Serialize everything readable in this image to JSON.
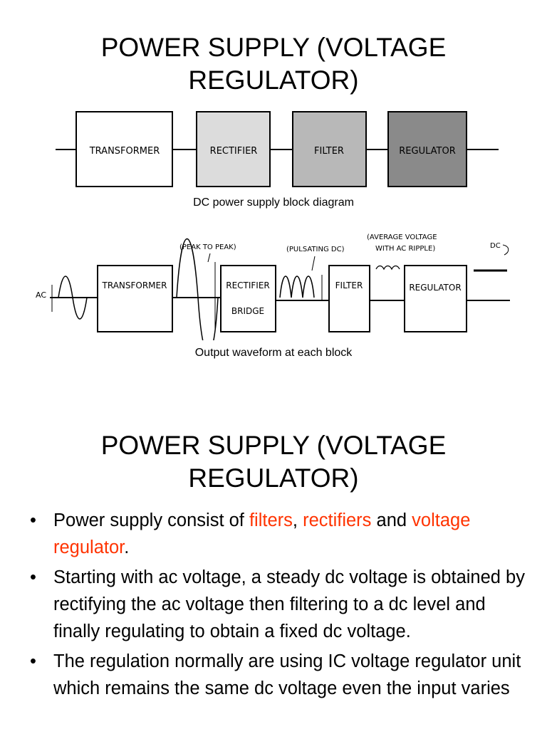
{
  "slide1": {
    "title_line1": "POWER SUPPLY (VOLTAGE",
    "title_line2": "REGULATOR)",
    "block_diagram": {
      "blocks": [
        "TRANSFORMER",
        "RECTIFIER",
        "FILTER",
        "REGULATOR"
      ],
      "block_colors": [
        "#ffffff",
        "#dcdcdc",
        "#b8b8b8",
        "#8a8a8a"
      ],
      "caption": "DC power supply block diagram"
    },
    "waveform_diagram": {
      "ac_label": "AC",
      "transformer": "TRANSFORMER",
      "rectifier_line1": "RECTIFIER",
      "rectifier_line2": "BRIDGE",
      "filter": "FILTER",
      "regulator": "REGULATOR",
      "peak_label": "(PEAK TO PEAK)",
      "pulsating_label": "(PULSATING DC)",
      "avg_label_line1": "(AVERAGE VOLTAGE",
      "avg_label_line2": "WITH AC RIPPLE)",
      "dc_label": "DC",
      "caption": "Output waveform at each block"
    }
  },
  "slide2": {
    "title_line1": "POWER SUPPLY (VOLTAGE",
    "title_line2": "REGULATOR)",
    "bullets": [
      {
        "text_a": "Power supply consist of ",
        "hl_a": "filters",
        "text_b": ", ",
        "hl_b": "rectifiers",
        "text_c": " and ",
        "hl_c": "voltage regulator",
        "text_d": "."
      },
      {
        "text": "Starting with ac voltage, a steady dc voltage is obtained by rectifying the ac voltage then filtering to a dc level and finally regulating to obtain a fixed dc voltage."
      },
      {
        "text": "The regulation normally are using IC voltage regulator unit which remains the same dc voltage even the input varies"
      }
    ],
    "bullet_symbol": "•",
    "highlight_color": "#ff3300"
  }
}
